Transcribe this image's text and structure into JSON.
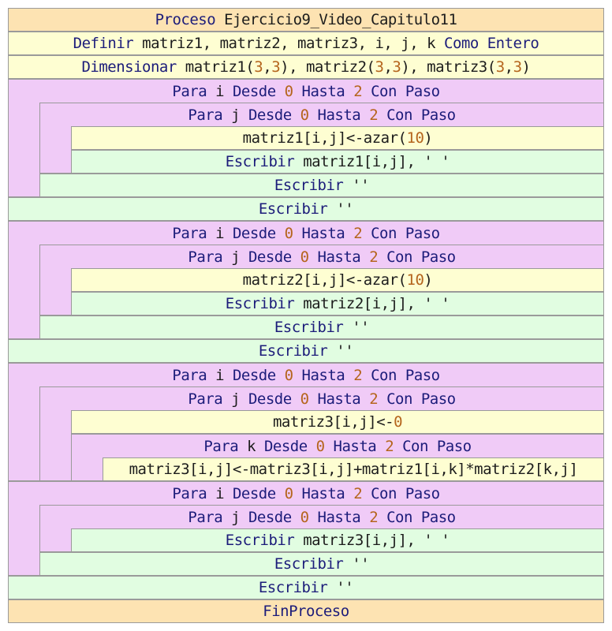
{
  "colors": {
    "process_header": "#fde3b2",
    "definition": "#fefed2",
    "assignment": "#fefed2",
    "output": "#e1fde1",
    "loop": "#f0cbf7",
    "keyword_text": "#1c1c7a",
    "number_text": "#b5651d",
    "plain_text": "#1c1c1c",
    "border": "#9a9a9a"
  },
  "program": {
    "header": [
      {
        "t": "Proceso",
        "k": "kw"
      },
      {
        "t": " Ejercicio9_Video_Capitulo11",
        "k": "id"
      }
    ],
    "definition": [
      {
        "t": "Definir",
        "k": "kw"
      },
      {
        "t": " matriz1, matriz2, matriz3, i, j, k ",
        "k": "id"
      },
      {
        "t": "Como",
        "k": "kw"
      },
      {
        "t": " ",
        "k": "id"
      },
      {
        "t": "Entero",
        "k": "kw"
      }
    ],
    "dimension": [
      {
        "t": "Dimensionar",
        "k": "kw"
      },
      {
        "t": " matriz1(",
        "k": "id"
      },
      {
        "t": "3",
        "k": "num"
      },
      {
        "t": ",",
        "k": "id"
      },
      {
        "t": "3",
        "k": "num"
      },
      {
        "t": "), matriz2(",
        "k": "id"
      },
      {
        "t": "3",
        "k": "num"
      },
      {
        "t": ",",
        "k": "id"
      },
      {
        "t": "3",
        "k": "num"
      },
      {
        "t": "), matriz3(",
        "k": "id"
      },
      {
        "t": "3",
        "k": "num"
      },
      {
        "t": ",",
        "k": "id"
      },
      {
        "t": "3",
        "k": "num"
      },
      {
        "t": ")",
        "k": "id"
      }
    ],
    "block1": {
      "loop_i": [
        {
          "t": "Para",
          "k": "kw"
        },
        {
          "t": " i ",
          "k": "id"
        },
        {
          "t": "Desde",
          "k": "kw"
        },
        {
          "t": " ",
          "k": "id"
        },
        {
          "t": "0",
          "k": "num"
        },
        {
          "t": " ",
          "k": "id"
        },
        {
          "t": "Hasta",
          "k": "kw"
        },
        {
          "t": " ",
          "k": "id"
        },
        {
          "t": "2",
          "k": "num"
        },
        {
          "t": " ",
          "k": "id"
        },
        {
          "t": "Con Paso",
          "k": "kw"
        }
      ],
      "loop_j": [
        {
          "t": "Para",
          "k": "kw"
        },
        {
          "t": " j ",
          "k": "id"
        },
        {
          "t": "Desde",
          "k": "kw"
        },
        {
          "t": " ",
          "k": "id"
        },
        {
          "t": "0",
          "k": "num"
        },
        {
          "t": " ",
          "k": "id"
        },
        {
          "t": "Hasta",
          "k": "kw"
        },
        {
          "t": " ",
          "k": "id"
        },
        {
          "t": "2",
          "k": "num"
        },
        {
          "t": " ",
          "k": "id"
        },
        {
          "t": "Con Paso",
          "k": "kw"
        }
      ],
      "assign": [
        {
          "t": "matriz1[i,j]<-azar(",
          "k": "id"
        },
        {
          "t": "10",
          "k": "num"
        },
        {
          "t": ")",
          "k": "id"
        }
      ],
      "write_inner": [
        {
          "t": "Escribir",
          "k": "kw"
        },
        {
          "t": " matriz1[i,j], ' '",
          "k": "id"
        }
      ],
      "write_j": [
        {
          "t": "Escribir",
          "k": "kw"
        },
        {
          "t": " ''",
          "k": "id"
        }
      ],
      "write_i": [
        {
          "t": "Escribir",
          "k": "kw"
        },
        {
          "t": " ''",
          "k": "id"
        }
      ]
    },
    "block2": {
      "loop_i": [
        {
          "t": "Para",
          "k": "kw"
        },
        {
          "t": " i ",
          "k": "id"
        },
        {
          "t": "Desde",
          "k": "kw"
        },
        {
          "t": " ",
          "k": "id"
        },
        {
          "t": "0",
          "k": "num"
        },
        {
          "t": " ",
          "k": "id"
        },
        {
          "t": "Hasta",
          "k": "kw"
        },
        {
          "t": " ",
          "k": "id"
        },
        {
          "t": "2",
          "k": "num"
        },
        {
          "t": " ",
          "k": "id"
        },
        {
          "t": "Con Paso",
          "k": "kw"
        }
      ],
      "loop_j": [
        {
          "t": "Para",
          "k": "kw"
        },
        {
          "t": " j ",
          "k": "id"
        },
        {
          "t": "Desde",
          "k": "kw"
        },
        {
          "t": " ",
          "k": "id"
        },
        {
          "t": "0",
          "k": "num"
        },
        {
          "t": " ",
          "k": "id"
        },
        {
          "t": "Hasta",
          "k": "kw"
        },
        {
          "t": " ",
          "k": "id"
        },
        {
          "t": "2",
          "k": "num"
        },
        {
          "t": " ",
          "k": "id"
        },
        {
          "t": "Con Paso",
          "k": "kw"
        }
      ],
      "assign": [
        {
          "t": "matriz2[i,j]<-azar(",
          "k": "id"
        },
        {
          "t": "10",
          "k": "num"
        },
        {
          "t": ")",
          "k": "id"
        }
      ],
      "write_inner": [
        {
          "t": "Escribir",
          "k": "kw"
        },
        {
          "t": " matriz2[i,j], ' '",
          "k": "id"
        }
      ],
      "write_j": [
        {
          "t": "Escribir",
          "k": "kw"
        },
        {
          "t": " ''",
          "k": "id"
        }
      ],
      "write_i": [
        {
          "t": "Escribir",
          "k": "kw"
        },
        {
          "t": " ''",
          "k": "id"
        }
      ]
    },
    "block3": {
      "loop_i": [
        {
          "t": "Para",
          "k": "kw"
        },
        {
          "t": " i ",
          "k": "id"
        },
        {
          "t": "Desde",
          "k": "kw"
        },
        {
          "t": " ",
          "k": "id"
        },
        {
          "t": "0",
          "k": "num"
        },
        {
          "t": " ",
          "k": "id"
        },
        {
          "t": "Hasta",
          "k": "kw"
        },
        {
          "t": " ",
          "k": "id"
        },
        {
          "t": "2",
          "k": "num"
        },
        {
          "t": " ",
          "k": "id"
        },
        {
          "t": "Con Paso",
          "k": "kw"
        }
      ],
      "loop_j": [
        {
          "t": "Para",
          "k": "kw"
        },
        {
          "t": " j ",
          "k": "id"
        },
        {
          "t": "Desde",
          "k": "kw"
        },
        {
          "t": " ",
          "k": "id"
        },
        {
          "t": "0",
          "k": "num"
        },
        {
          "t": " ",
          "k": "id"
        },
        {
          "t": "Hasta",
          "k": "kw"
        },
        {
          "t": " ",
          "k": "id"
        },
        {
          "t": "2",
          "k": "num"
        },
        {
          "t": " ",
          "k": "id"
        },
        {
          "t": "Con Paso",
          "k": "kw"
        }
      ],
      "assign_zero": [
        {
          "t": "matriz3[i,j]<-",
          "k": "id"
        },
        {
          "t": "0",
          "k": "num"
        }
      ],
      "loop_k": [
        {
          "t": "Para",
          "k": "kw"
        },
        {
          "t": " k ",
          "k": "id"
        },
        {
          "t": "Desde",
          "k": "kw"
        },
        {
          "t": " ",
          "k": "id"
        },
        {
          "t": "0",
          "k": "num"
        },
        {
          "t": " ",
          "k": "id"
        },
        {
          "t": "Hasta",
          "k": "kw"
        },
        {
          "t": " ",
          "k": "id"
        },
        {
          "t": "2",
          "k": "num"
        },
        {
          "t": " ",
          "k": "id"
        },
        {
          "t": "Con Paso",
          "k": "kw"
        }
      ],
      "assign_sum": [
        {
          "t": "matriz3[i,j]<-matriz3[i,j]+matriz1[i,k]*matriz2[k,j]",
          "k": "id"
        }
      ]
    },
    "block4": {
      "loop_i": [
        {
          "t": "Para",
          "k": "kw"
        },
        {
          "t": " i ",
          "k": "id"
        },
        {
          "t": "Desde",
          "k": "kw"
        },
        {
          "t": " ",
          "k": "id"
        },
        {
          "t": "0",
          "k": "num"
        },
        {
          "t": " ",
          "k": "id"
        },
        {
          "t": "Hasta",
          "k": "kw"
        },
        {
          "t": " ",
          "k": "id"
        },
        {
          "t": "2",
          "k": "num"
        },
        {
          "t": " ",
          "k": "id"
        },
        {
          "t": "Con Paso",
          "k": "kw"
        }
      ],
      "loop_j": [
        {
          "t": "Para",
          "k": "kw"
        },
        {
          "t": " j ",
          "k": "id"
        },
        {
          "t": "Desde",
          "k": "kw"
        },
        {
          "t": " ",
          "k": "id"
        },
        {
          "t": "0",
          "k": "num"
        },
        {
          "t": " ",
          "k": "id"
        },
        {
          "t": "Hasta",
          "k": "kw"
        },
        {
          "t": " ",
          "k": "id"
        },
        {
          "t": "2",
          "k": "num"
        },
        {
          "t": " ",
          "k": "id"
        },
        {
          "t": "Con Paso",
          "k": "kw"
        }
      ],
      "write_inner": [
        {
          "t": "Escribir",
          "k": "kw"
        },
        {
          "t": " matriz3[i,j], ' '",
          "k": "id"
        }
      ],
      "write_j": [
        {
          "t": "Escribir",
          "k": "kw"
        },
        {
          "t": " ''",
          "k": "id"
        }
      ],
      "write_i": [
        {
          "t": "Escribir",
          "k": "kw"
        },
        {
          "t": " ''",
          "k": "id"
        }
      ]
    },
    "footer": [
      {
        "t": "FinProceso",
        "k": "kw"
      }
    ]
  }
}
